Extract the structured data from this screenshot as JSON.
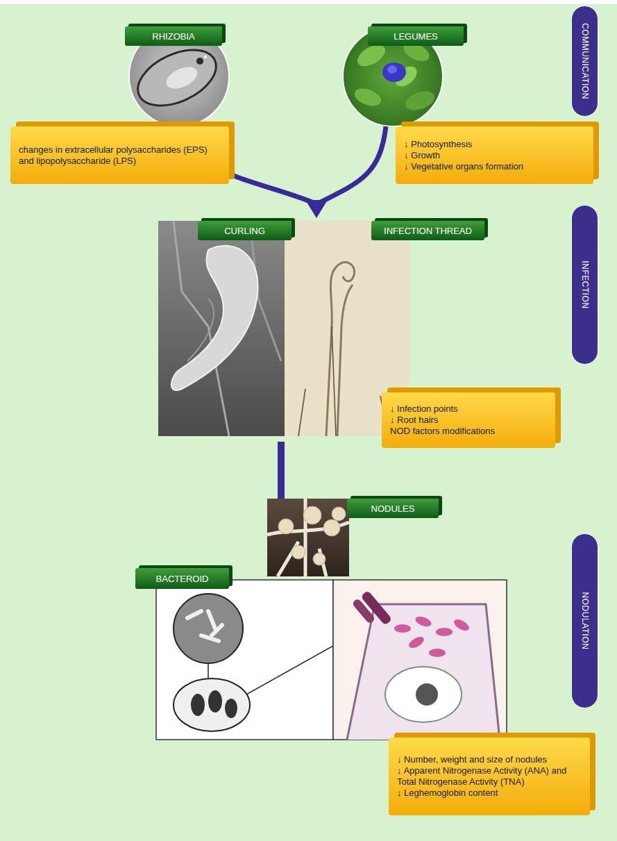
{
  "diagram": {
    "nodes": [
      {
        "text": [
          "RHIZOBIA"
        ]
      },
      {
        "text": [
          "LEGUMES"
        ]
      },
      {
        "text": [
          "COMMUNICATION"
        ]
      },
      {
        "text": [
          "changes in extracellular polysaccharides (EPS) and lipopolysaccharide (LPS)"
        ]
      },
      {
        "text": [
          "↓ Photosynthesis",
          "↓ Growth",
          "↓ Vegetative organs formation"
        ]
      },
      {
        "text": [
          "CURLING"
        ]
      },
      {
        "text": [
          "INFECTION THREAD"
        ]
      },
      {
        "text": [
          "INFECTION"
        ]
      },
      {
        "text": [
          "↓ Infection points",
          "↓ Root hairs",
          "NOD factors modifications"
        ]
      },
      {
        "text": [
          "NODULES"
        ]
      },
      {
        "text": [
          "NODULATION"
        ]
      },
      {
        "text": [
          "BACTEROID"
        ]
      },
      {
        "text": [
          "↓ Number, weight and size of nodules",
          "↓ Apparent Nitrogenase Activity (ANA) and Total Nitrogenase Activity (TNA)",
          "↓ Leghemoglobin content"
        ]
      }
    ]
  }
}
